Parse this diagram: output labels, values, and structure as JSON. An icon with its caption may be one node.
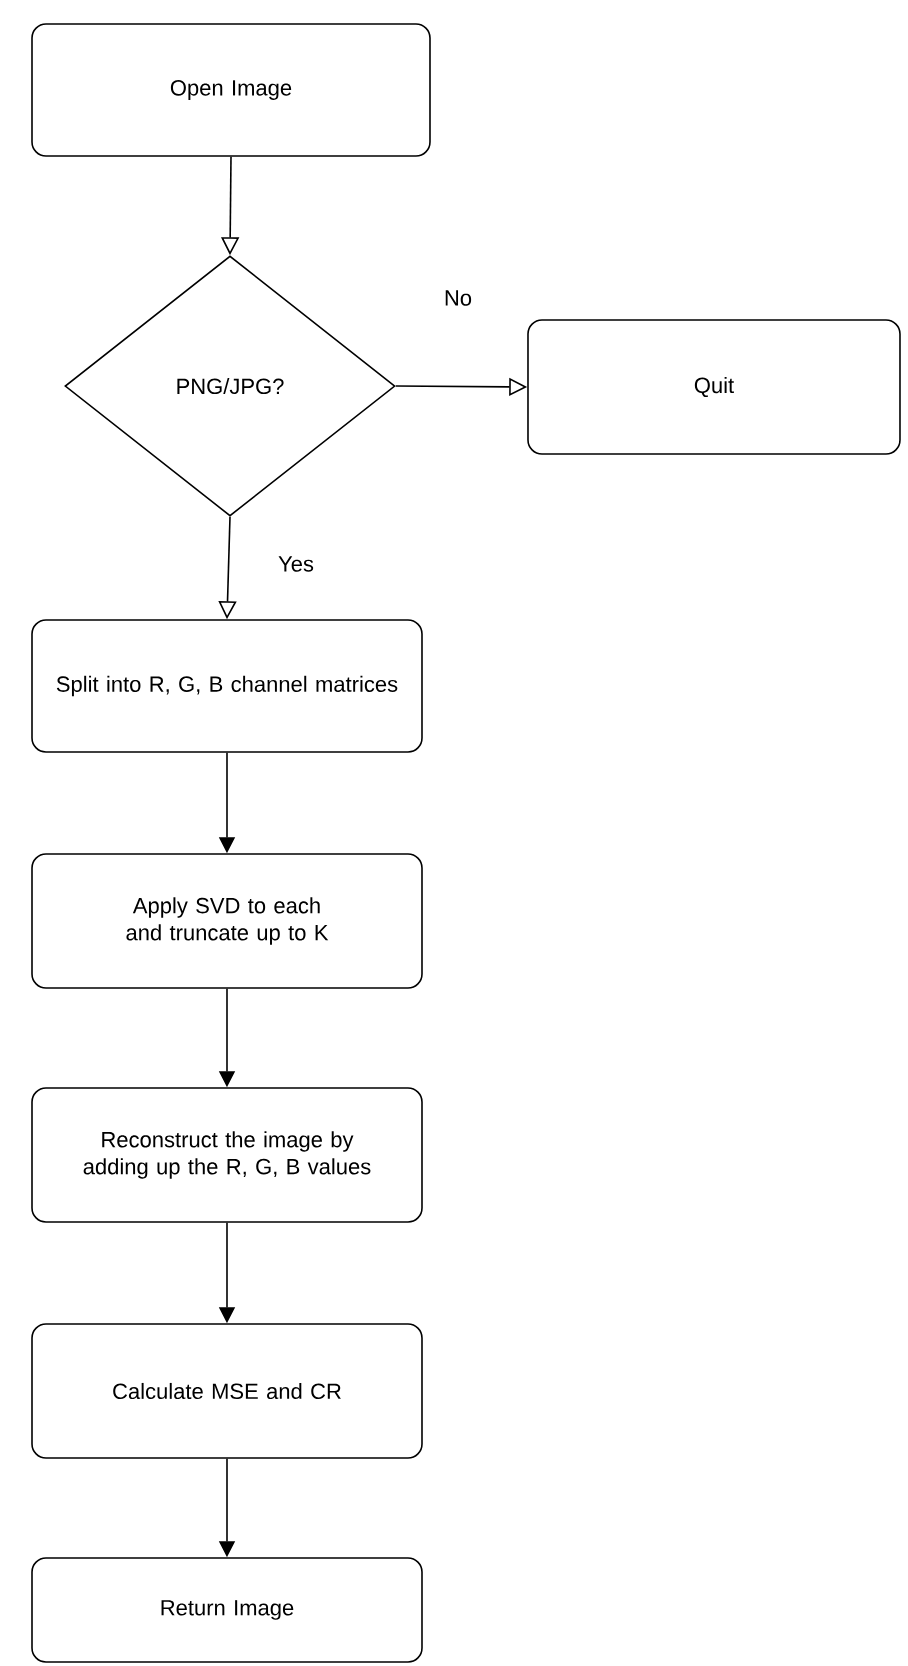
{
  "diagram": {
    "nodes": [
      {
        "text": [
          "Open Image"
        ]
      },
      {
        "text": [
          "PNG/JPG?"
        ]
      },
      {
        "text": [
          "Quit"
        ]
      },
      {
        "text": [
          "Split into R, G, B channel matrices"
        ]
      },
      {
        "text": [
          "Apply SVD to each and truncate up to K"
        ]
      },
      {
        "text": [
          "Reconstruct the image by adding up the R, G, B values"
        ]
      },
      {
        "text": [
          "Calculate MSE and CR"
        ]
      },
      {
        "text": [
          "Return Image"
        ]
      }
    ],
    "edges": [
      {
        "from": 0,
        "to": 1,
        "arrow": "to"
      },
      {
        "from": 1,
        "to": 2,
        "arrow": "to",
        "label": "No"
      },
      {
        "from": 1,
        "to": 3,
        "arrow": "to",
        "label": "Yes"
      },
      {
        "from": 3,
        "to": 4,
        "arrow": "to"
      },
      {
        "from": 4,
        "to": 5,
        "arrow": "to"
      },
      {
        "from": 5,
        "to": 6,
        "arrow": "to"
      },
      {
        "from": 6,
        "to": 7,
        "arrow": "to"
      }
    ]
  }
}
